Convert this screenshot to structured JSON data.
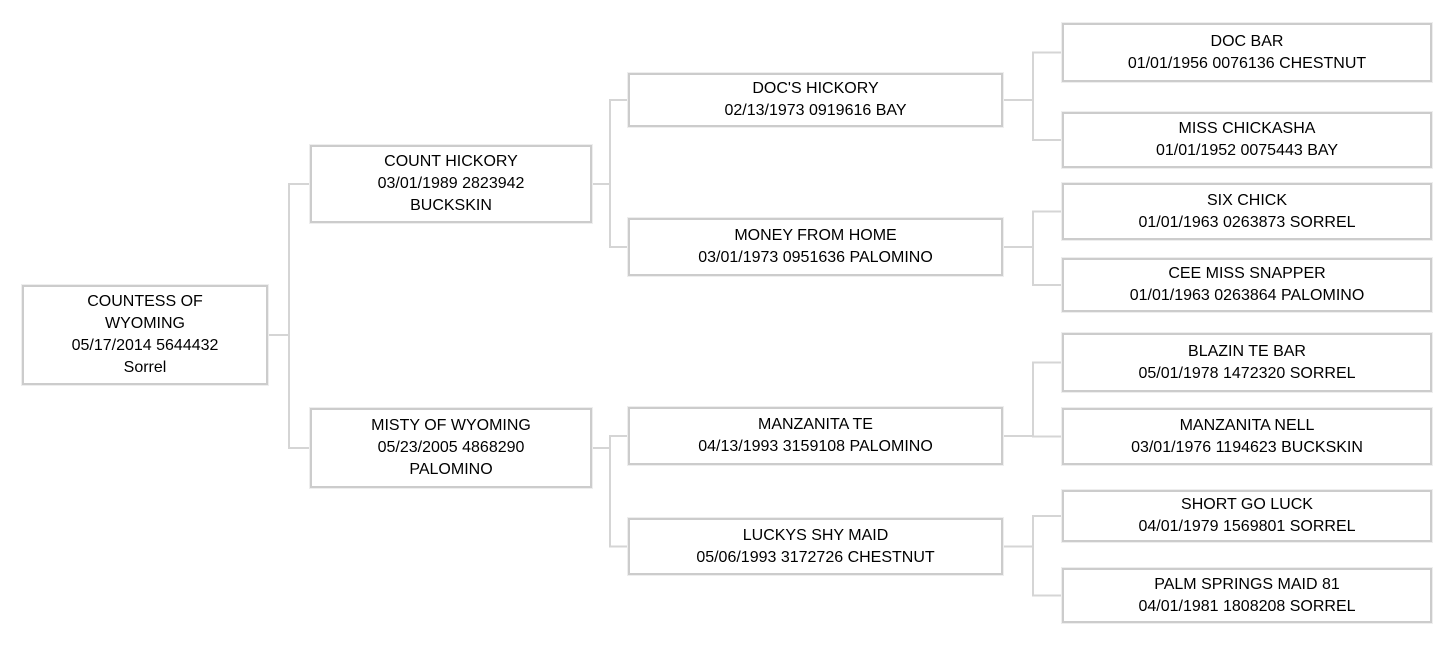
{
  "diagram": {
    "type": "pedigree-tree",
    "generations": 4
  },
  "colors": {
    "background": "#ffffff",
    "box_border": "#cccccc",
    "connector_line": "#d5d5d5",
    "text": "#000000"
  },
  "nodes": [
    {
      "id": "countess-of-wyoming",
      "generation": 1,
      "name_lines": [
        "COUNTESS OF",
        "WYOMING"
      ],
      "info_lines": [
        "05/17/2014 5644432",
        "Sorrel"
      ]
    },
    {
      "id": "count-hickory",
      "generation": 2,
      "name_lines": [
        "COUNT HICKORY"
      ],
      "info_lines": [
        "03/01/1989 2823942",
        "BUCKSKIN"
      ]
    },
    {
      "id": "misty-of-wyoming",
      "generation": 2,
      "name_lines": [
        "MISTY OF WYOMING"
      ],
      "info_lines": [
        "05/23/2005 4868290",
        "PALOMINO"
      ]
    },
    {
      "id": "docs-hickory",
      "generation": 3,
      "name_lines": [
        "DOC'S HICKORY"
      ],
      "info_lines": [
        "02/13/1973 0919616 BAY"
      ]
    },
    {
      "id": "money-from-home",
      "generation": 3,
      "name_lines": [
        "MONEY FROM HOME"
      ],
      "info_lines": [
        "03/01/1973 0951636 PALOMINO"
      ]
    },
    {
      "id": "manzanita-te",
      "generation": 3,
      "name_lines": [
        "MANZANITA TE"
      ],
      "info_lines": [
        "04/13/1993 3159108 PALOMINO"
      ]
    },
    {
      "id": "luckys-shy-maid",
      "generation": 3,
      "name_lines": [
        "LUCKYS SHY MAID"
      ],
      "info_lines": [
        "05/06/1993 3172726 CHESTNUT"
      ]
    },
    {
      "id": "doc-bar",
      "generation": 4,
      "name_lines": [
        "DOC BAR"
      ],
      "info_lines": [
        "01/01/1956 0076136 CHESTNUT"
      ]
    },
    {
      "id": "miss-chickasha",
      "generation": 4,
      "name_lines": [
        "MISS CHICKASHA"
      ],
      "info_lines": [
        "01/01/1952 0075443 BAY"
      ]
    },
    {
      "id": "six-chick",
      "generation": 4,
      "name_lines": [
        "SIX CHICK"
      ],
      "info_lines": [
        "01/01/1963 0263873 SORREL"
      ]
    },
    {
      "id": "cee-miss-snapper",
      "generation": 4,
      "name_lines": [
        "CEE MISS SNAPPER"
      ],
      "info_lines": [
        "01/01/1963 0263864 PALOMINO"
      ]
    },
    {
      "id": "blazin-te-bar",
      "generation": 4,
      "name_lines": [
        "BLAZIN TE BAR"
      ],
      "info_lines": [
        "05/01/1978 1472320 SORREL"
      ]
    },
    {
      "id": "manzanita-nell",
      "generation": 4,
      "name_lines": [
        "MANZANITA NELL"
      ],
      "info_lines": [
        "03/01/1976 1194623 BUCKSKIN"
      ]
    },
    {
      "id": "short-go-luck",
      "generation": 4,
      "name_lines": [
        "SHORT GO LUCK"
      ],
      "info_lines": [
        "04/01/1979 1569801 SORREL"
      ]
    },
    {
      "id": "palm-springs-maid-81",
      "generation": 4,
      "name_lines": [
        "PALM SPRINGS MAID 81"
      ],
      "info_lines": [
        "04/01/1981 1808208 SORREL"
      ]
    }
  ],
  "tree": {
    "root": "countess-of-wyoming",
    "edges": [
      {
        "parent": "countess-of-wyoming",
        "children": [
          "count-hickory",
          "misty-of-wyoming"
        ]
      },
      {
        "parent": "count-hickory",
        "children": [
          "docs-hickory",
          "money-from-home"
        ]
      },
      {
        "parent": "misty-of-wyoming",
        "children": [
          "manzanita-te",
          "luckys-shy-maid"
        ]
      },
      {
        "parent": "docs-hickory",
        "children": [
          "doc-bar",
          "miss-chickasha"
        ]
      },
      {
        "parent": "money-from-home",
        "children": [
          "six-chick",
          "cee-miss-snapper"
        ]
      },
      {
        "parent": "manzanita-te",
        "children": [
          "blazin-te-bar",
          "manzanita-nell"
        ]
      },
      {
        "parent": "luckys-shy-maid",
        "children": [
          "short-go-luck",
          "palm-springs-maid-81"
        ]
      }
    ]
  }
}
